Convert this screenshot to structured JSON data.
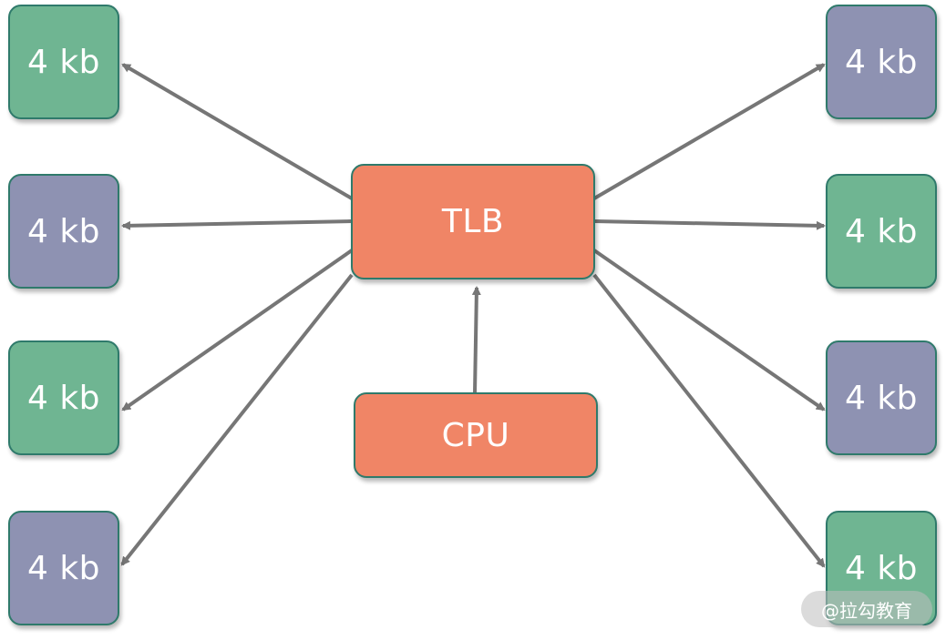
{
  "diagram": {
    "tlb": {
      "label": "TLB",
      "color": "#f08566"
    },
    "cpu": {
      "label": "CPU",
      "color": "#f08566"
    },
    "pages_left": [
      {
        "label": "4 kb",
        "color": "#6fb592"
      },
      {
        "label": "4 kb",
        "color": "#8e92b2"
      },
      {
        "label": "4 kb",
        "color": "#6fb592"
      },
      {
        "label": "4 kb",
        "color": "#8e92b2"
      }
    ],
    "pages_right": [
      {
        "label": "4 kb",
        "color": "#8e92b2"
      },
      {
        "label": "4 kb",
        "color": "#6fb592"
      },
      {
        "label": "4 kb",
        "color": "#8e92b2"
      },
      {
        "label": "4 kb",
        "color": "#6fb592"
      }
    ],
    "arrow_color": "#767676"
  },
  "watermark": {
    "text": "@拉勾教育"
  }
}
